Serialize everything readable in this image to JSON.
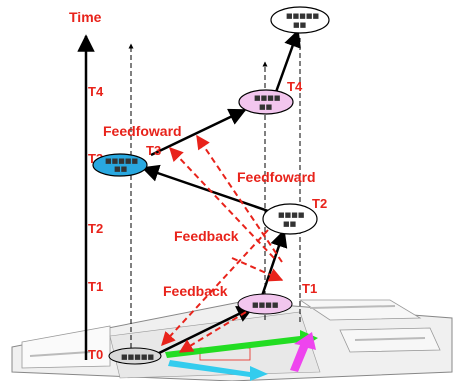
{
  "axis": {
    "label": "Time"
  },
  "time_labels": [
    "T0",
    "T1",
    "T2",
    "T3",
    "T4"
  ],
  "time_labels_right": [
    "T1",
    "T2",
    "T3",
    "T4"
  ],
  "flows": {
    "feedforward_upper": "Feedfoward",
    "feedforward_mid": "Feedfoward",
    "feedback_upper": "Feedback",
    "feedback_lower": "Feedback"
  },
  "colors": {
    "label_red": "#e8231b",
    "node_blue": "#29a8e0",
    "node_pink": "#f2c6ee",
    "node_white": "#ffffff",
    "arrow_green": "#22dd22",
    "arrow_cyan": "#33ccee",
    "arrow_magenta": "#ee44ee"
  }
}
